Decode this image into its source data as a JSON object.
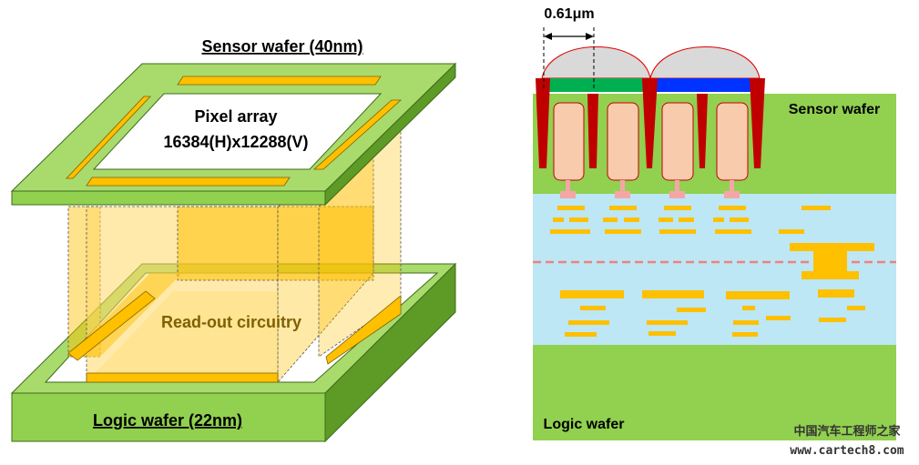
{
  "left_diagram": {
    "sensor_wafer_label": "Sensor wafer (40nm)",
    "pixel_array_label": "Pixel array",
    "pixel_array_resolution": "16384(H)x12288(V)",
    "readout_label": "Read-out circuitry",
    "logic_wafer_label": "Logic wafer (22nm)"
  },
  "right_diagram": {
    "pixel_pitch_label": "0.61μm",
    "sensor_wafer_label": "Sensor wafer",
    "logic_wafer_label": "Logic wafer"
  },
  "watermark": {
    "line1": "中国汽车工程师之家",
    "line2": "www.cartech8.com"
  },
  "colors": {
    "wafer_green": "#92d050",
    "wafer_green_dark": "#6fac2f",
    "wafer_green_side": "#5e9a26",
    "metal_orange": "#ffc000",
    "oxide_blue": "#bde7f4",
    "filter_green": "#00b050",
    "filter_blue": "#0033ff",
    "isolation_red": "#c00000",
    "photodiode_peach": "#f8cbad",
    "lens_gray": "#d9d9d9",
    "bond_line_pink": "#f4a6a6"
  }
}
